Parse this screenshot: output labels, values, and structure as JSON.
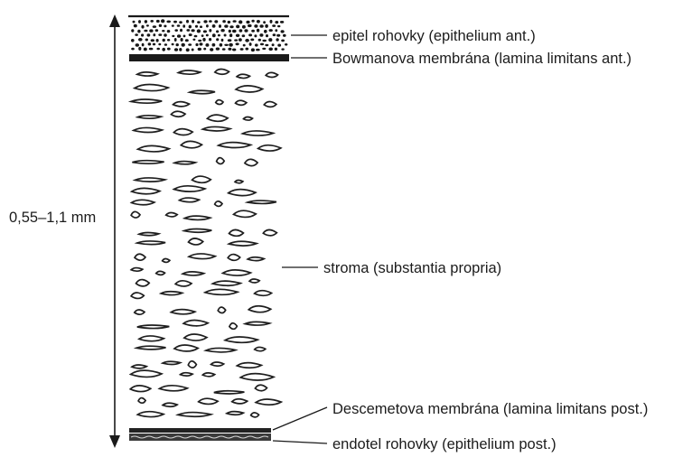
{
  "diagram": {
    "measurement": "0,55–1,1 mm",
    "layers": [
      {
        "id": "epithelium",
        "label": "epitel rohovky (epithelium ant.)"
      },
      {
        "id": "bowman",
        "label": "Bowmanova membrána (lamina limitans ant.)"
      },
      {
        "id": "stroma",
        "label": "stroma (substantia propria)"
      },
      {
        "id": "descemet",
        "label": "Descemetova membrána (lamina limitans post.)"
      },
      {
        "id": "endothelium",
        "label": "endotel rohovky (epithelium post.)"
      }
    ]
  }
}
